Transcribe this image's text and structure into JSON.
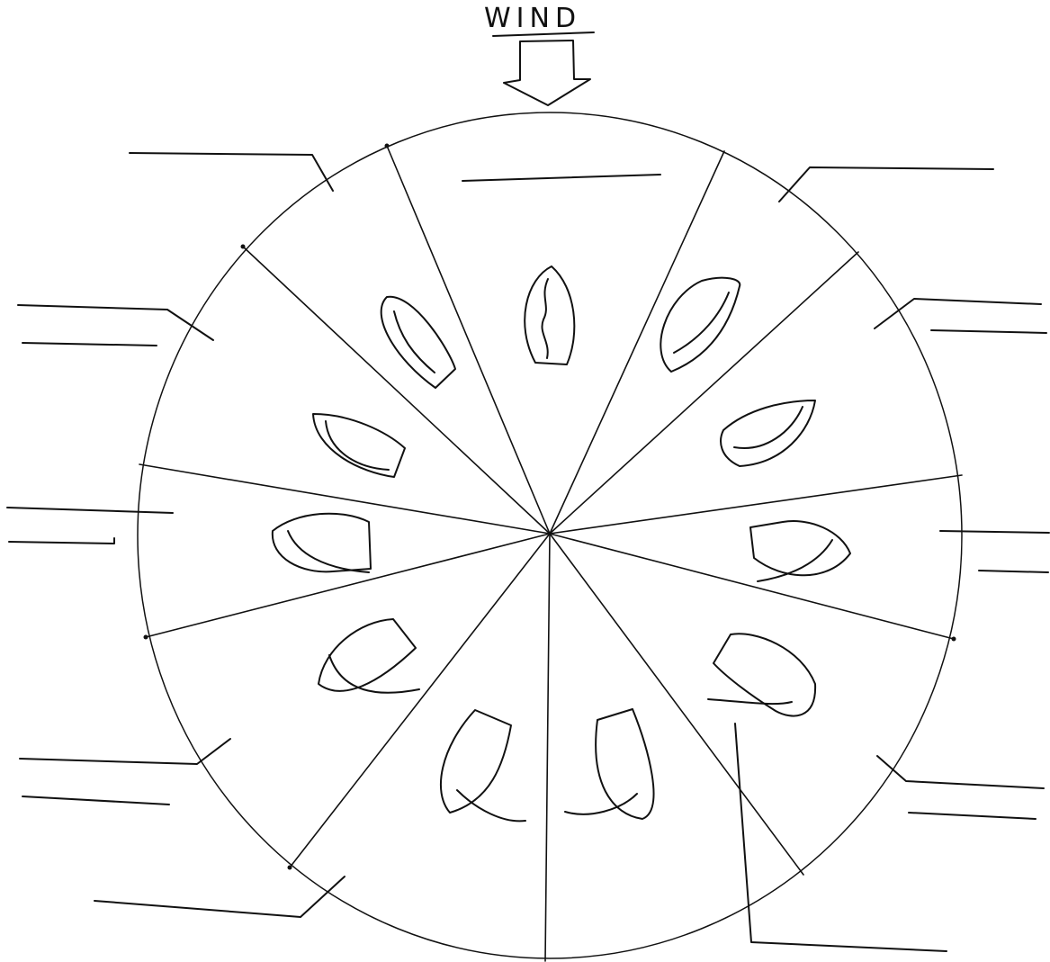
{
  "diagram": {
    "title": "WIND",
    "colors": {
      "ink": "#111111",
      "paper": "#ffffff"
    },
    "sectors": [
      {
        "id": "top",
        "sail_icon": "sail-luffing-icon"
      },
      {
        "id": "upper-right-1",
        "sail_icon": "sail-close-hauled-icon"
      },
      {
        "id": "upper-right-2",
        "sail_icon": "sail-close-reach-icon"
      },
      {
        "id": "right",
        "sail_icon": "sail-beam-reach-icon"
      },
      {
        "id": "lower-right-1",
        "sail_icon": "sail-broad-reach-icon"
      },
      {
        "id": "lower-right-2",
        "sail_icon": "sail-running-icon"
      },
      {
        "id": "lower-left-2",
        "sail_icon": "sail-running-icon"
      },
      {
        "id": "lower-left-1",
        "sail_icon": "sail-broad-reach-icon"
      },
      {
        "id": "left",
        "sail_icon": "sail-beam-reach-icon"
      },
      {
        "id": "upper-left-2",
        "sail_icon": "sail-close-reach-icon"
      },
      {
        "id": "upper-left-1",
        "sail_icon": "sail-close-hauled-icon"
      }
    ],
    "label_blanks": [
      {
        "id": "blank-top-center"
      },
      {
        "id": "blank-upper-left-1"
      },
      {
        "id": "blank-upper-left-2a"
      },
      {
        "id": "blank-upper-left-2b"
      },
      {
        "id": "blank-left-a"
      },
      {
        "id": "blank-left-b"
      },
      {
        "id": "blank-lower-left-1a"
      },
      {
        "id": "blank-lower-left-1b"
      },
      {
        "id": "blank-lower-left-2"
      },
      {
        "id": "blank-upper-right-1"
      },
      {
        "id": "blank-upper-right-2a"
      },
      {
        "id": "blank-upper-right-2b"
      },
      {
        "id": "blank-right-a"
      },
      {
        "id": "blank-right-b"
      },
      {
        "id": "blank-lower-right-1a"
      },
      {
        "id": "blank-lower-right-1b"
      },
      {
        "id": "blank-lower-right-2"
      }
    ]
  }
}
